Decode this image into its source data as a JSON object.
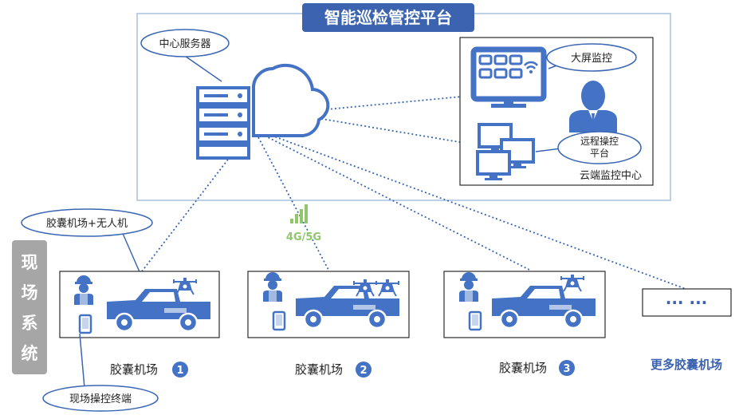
{
  "title": "智能巡检管控平台",
  "cloud": {
    "server_label": "中心服务器",
    "monitor_center": {
      "label": "云端监控中心",
      "big_screen_label": "大屏监控",
      "remote_label_line1": "远程操控",
      "remote_label_line2": "平台"
    }
  },
  "network": {
    "label": "4G/5G"
  },
  "field": {
    "side_label": [
      "现",
      "场",
      "系",
      "统"
    ],
    "callout_drone": "胶囊机场+无人机",
    "callout_terminal": "现场操控终端",
    "airports": [
      {
        "label": "胶囊机场",
        "number": "1"
      },
      {
        "label": "胶囊机场",
        "number": "2"
      },
      {
        "label": "胶囊机场",
        "number": "3"
      }
    ],
    "more_box_text": "··· ···",
    "more_label": "更多胶囊机场"
  },
  "colors": {
    "primary": "#3b63b0",
    "icon": "#4472c4",
    "panel_border": "#bcd0e8",
    "side_label_bg": "#a6a6a6",
    "signal": "#8fc76a",
    "dotted_line": "#3a66b4"
  }
}
